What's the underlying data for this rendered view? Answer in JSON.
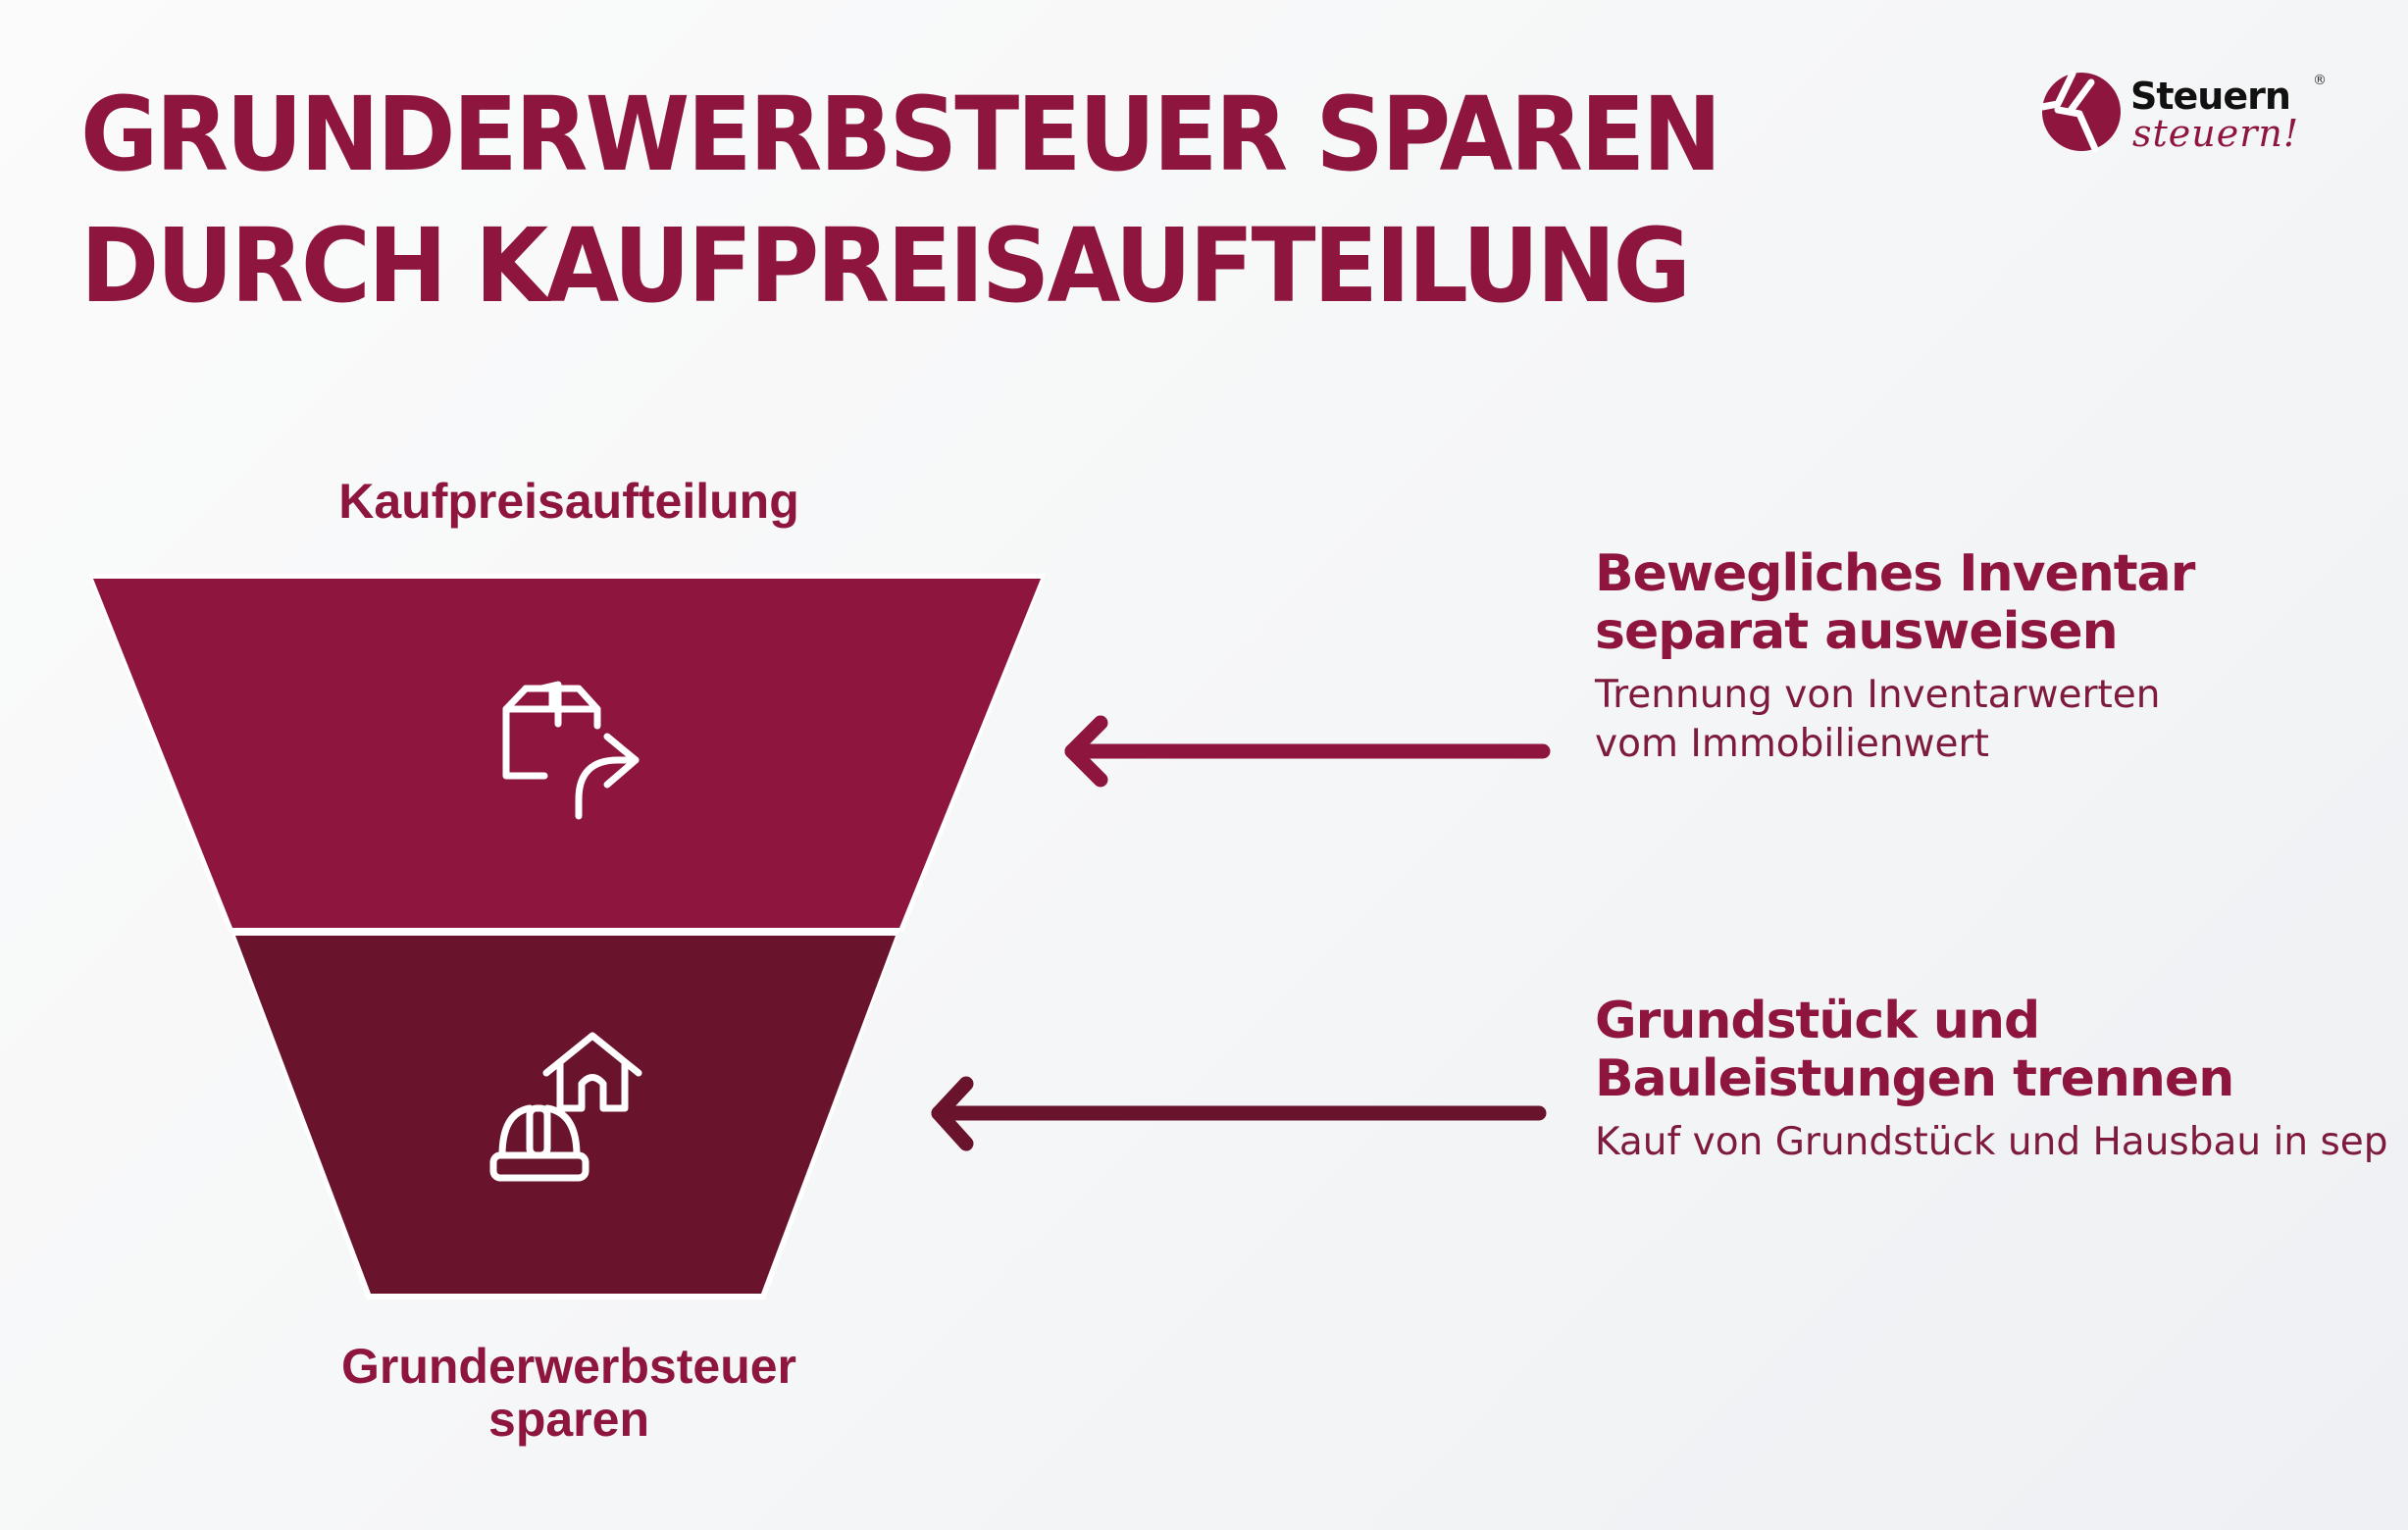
{
  "header": {
    "title_lines": [
      "GRUNDERWERBSTEUER SPAREN",
      "DURCH KAUFPREISAUFTEILUNG"
    ]
  },
  "logo": {
    "line1": "Steuern",
    "line2": "steuern!",
    "registered": "®"
  },
  "funnel": {
    "top_label": "Kaufpreisaufteilung",
    "bottom_label_lines": [
      "Grunderwerbsteuer",
      "sparen"
    ],
    "stages": [
      {
        "icon": "package-export-icon",
        "color": "#8E163E"
      },
      {
        "icon": "house-hardhat-icon",
        "color": "#6A132C"
      }
    ]
  },
  "callouts": [
    {
      "title_lines": [
        "Bewegliches Inventar",
        "separat ausweisen"
      ],
      "description_lines": [
        "Trennung von Inventarwerten",
        "vom Immobilienwert"
      ],
      "arrow_color": "#8E163E"
    },
    {
      "title_lines": [
        "Grundstück und",
        "Bauleistungen trennen"
      ],
      "description_lines": [
        "Kauf von Grundstück und Hausbau in sep"
      ],
      "arrow_color": "#6A132C"
    }
  ],
  "colors": {
    "accent": "#8E163E",
    "accent_dark": "#6A132C",
    "background": "#F4F5F7"
  }
}
